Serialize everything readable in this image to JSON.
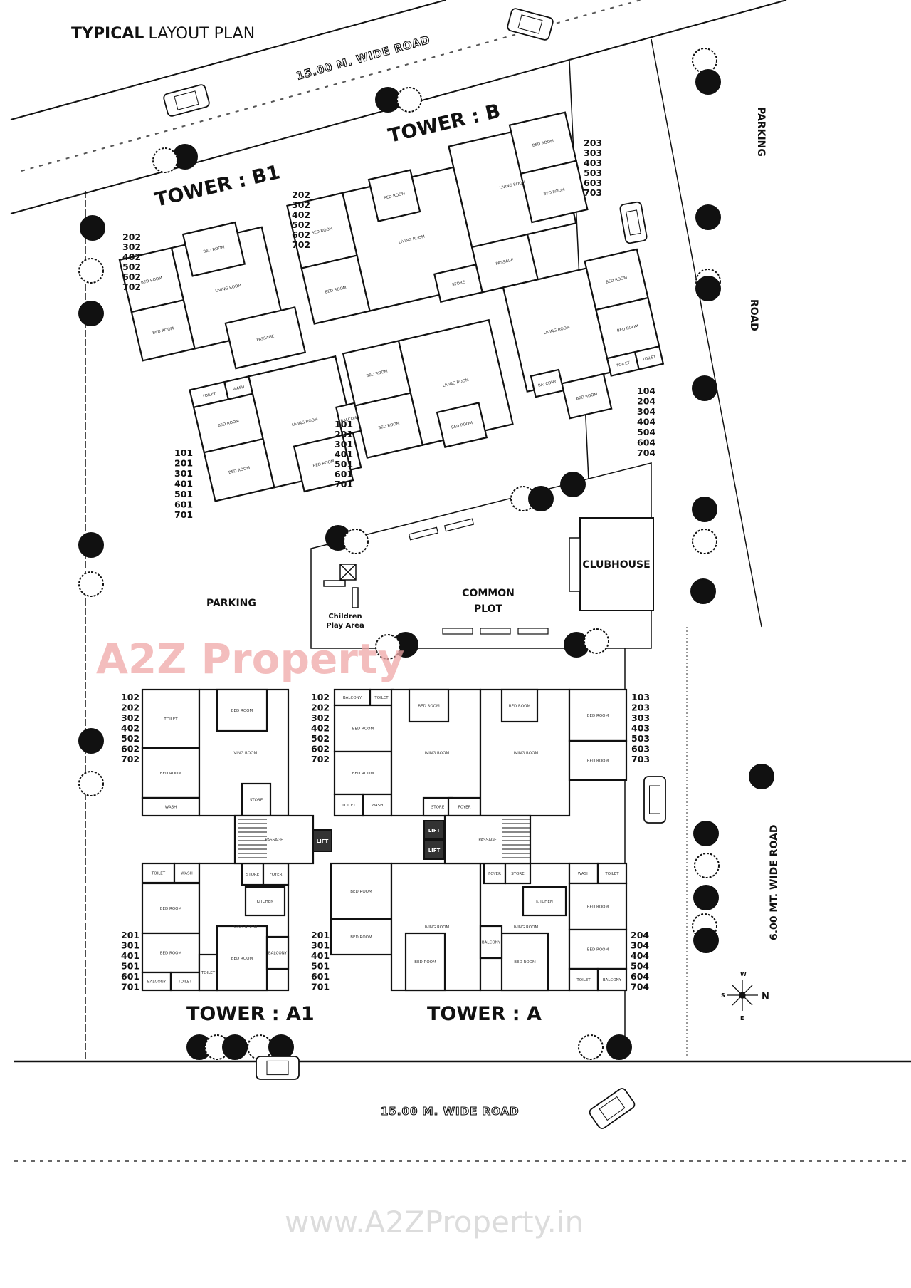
{
  "title": {
    "bold": "TYPICAL",
    "rest": "LAYOUT PLAN"
  },
  "roads": {
    "top": "15.00 M. WIDE ROAD",
    "bottom": "15.00 M. WIDE ROAD",
    "right": "6.00 MT. WIDE ROAD",
    "right_upper": "ROAD",
    "parking_strip": "PARKING"
  },
  "towers": {
    "b1": {
      "label": "TOWER : B1",
      "units_upper": [
        "202",
        "302",
        "402",
        "502",
        "602",
        "702"
      ],
      "units_lower": [
        "101",
        "201",
        "301",
        "401",
        "501",
        "601",
        "701"
      ]
    },
    "b": {
      "label": "TOWER : B",
      "units_upper_left": [
        "202",
        "302",
        "402",
        "502",
        "602",
        "702"
      ],
      "units_upper_right": [
        "203",
        "303",
        "403",
        "503",
        "603",
        "703"
      ],
      "units_lower_left": [
        "101",
        "201",
        "301",
        "401",
        "501",
        "601",
        "701"
      ],
      "units_lower_right": [
        "104",
        "204",
        "304",
        "404",
        "504",
        "604",
        "704"
      ]
    },
    "a1": {
      "label": "TOWER : A1",
      "units_upper": [
        "102",
        "202",
        "302",
        "402",
        "502",
        "602",
        "702"
      ],
      "units_lower": [
        "201",
        "301",
        "401",
        "501",
        "601",
        "701"
      ]
    },
    "a": {
      "label": "TOWER : A",
      "units_upper_left": [
        "102",
        "202",
        "302",
        "402",
        "502",
        "602",
        "702"
      ],
      "units_upper_right": [
        "103",
        "203",
        "303",
        "403",
        "503",
        "603",
        "703"
      ],
      "units_lower_left": [
        "201",
        "301",
        "401",
        "501",
        "601",
        "701"
      ],
      "units_lower_right": [
        "204",
        "304",
        "404",
        "504",
        "604",
        "704"
      ]
    }
  },
  "rooms": {
    "lift": "LIFT",
    "passage": "PASSAGE",
    "bed": "BED ROOM",
    "living": "LIVING ROOM",
    "kitchen": "KITCHEN",
    "toilet": "TOILET",
    "balcony": "BALCONY",
    "wash": "WASH",
    "store": "STORE",
    "foyer": "FOYER"
  },
  "areas": {
    "parking": "PARKING",
    "common_plot_1": "COMMON",
    "common_plot_2": "PLOT",
    "clubhouse": "CLUBHOUSE",
    "play_1": "Children",
    "play_2": "Play Area"
  },
  "compass": {
    "w": "W",
    "s": "S",
    "n": "N",
    "e": "E"
  },
  "watermarks": {
    "url": "www.A2ZProperty.in",
    "logo": "A2Z Property"
  },
  "colors": {
    "ink": "#111111",
    "lift_fill": "#333333",
    "watermark_gray": "#d8d8d8",
    "logo_red": "#f0a0a0",
    "logo_blue": "#a8c0f0",
    "logo_green": "#b8e0b0"
  }
}
